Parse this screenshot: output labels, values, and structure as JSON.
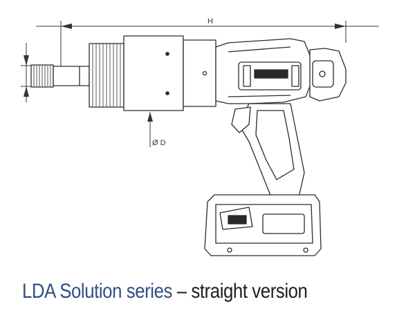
{
  "dimensions": {
    "length_label": "H",
    "diameter_label": "Ø D"
  },
  "caption": {
    "series_name": "LDA Solution series",
    "separator": "–",
    "version": "straight version"
  },
  "colors": {
    "series_name": "#2f4f82",
    "text": "#1e1e1e",
    "line": "#2a2a2a"
  }
}
